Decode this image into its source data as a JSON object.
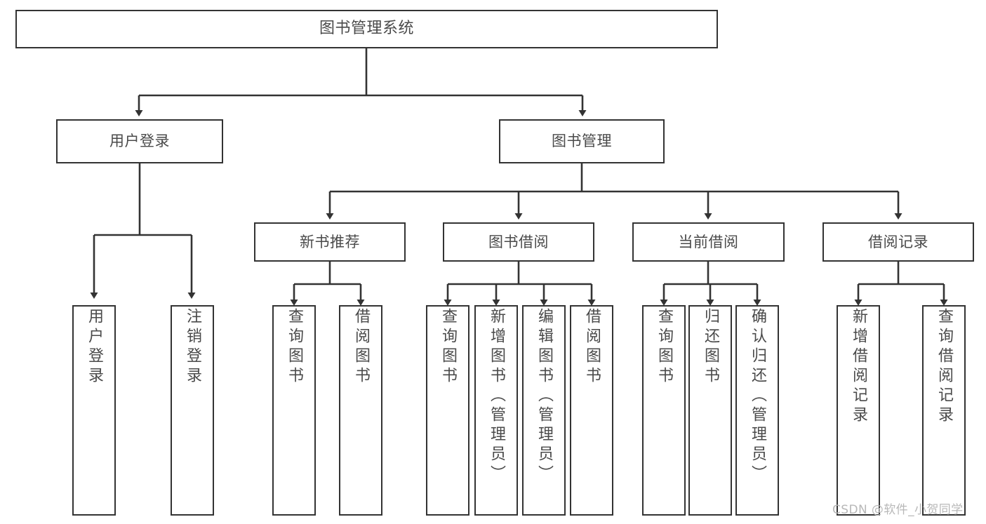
{
  "diagram": {
    "title": "图书管理系统",
    "type": "tree-hierarchy",
    "root": {
      "label": "图书管理系统"
    },
    "tier2": [
      {
        "label": "用户登录"
      },
      {
        "label": "图书管理"
      }
    ],
    "tier3": [
      {
        "label": "新书推荐"
      },
      {
        "label": "图书借阅"
      },
      {
        "label": "当前借阅"
      },
      {
        "label": "借阅记录"
      }
    ],
    "leaves": {
      "user_login": [
        {
          "label": "用户登录"
        },
        {
          "label": "注销登录"
        }
      ],
      "new_book_recommend": [
        {
          "label": "查询图书"
        },
        {
          "label": "借阅图书"
        }
      ],
      "book_borrow": [
        {
          "label": "查询图书"
        },
        {
          "label": "新增图书（管理员）"
        },
        {
          "label": "编辑图书（管理员）"
        },
        {
          "label": "借阅图书"
        }
      ],
      "current_borrow": [
        {
          "label": "查询图书"
        },
        {
          "label": "归还图书"
        },
        {
          "label": "确认归还（管理员）"
        }
      ],
      "borrow_record": [
        {
          "label": "新增借阅记录"
        },
        {
          "label": "查询借阅记录"
        }
      ]
    }
  },
  "watermark": {
    "text": "CSDN @软件_小贺同学"
  },
  "colors": {
    "box_border": "#333333",
    "box_fill": "#ffffff",
    "text": "#4a4a4a",
    "connector": "#333333",
    "watermark": "#b8b8b8",
    "background": "#ffffff"
  }
}
